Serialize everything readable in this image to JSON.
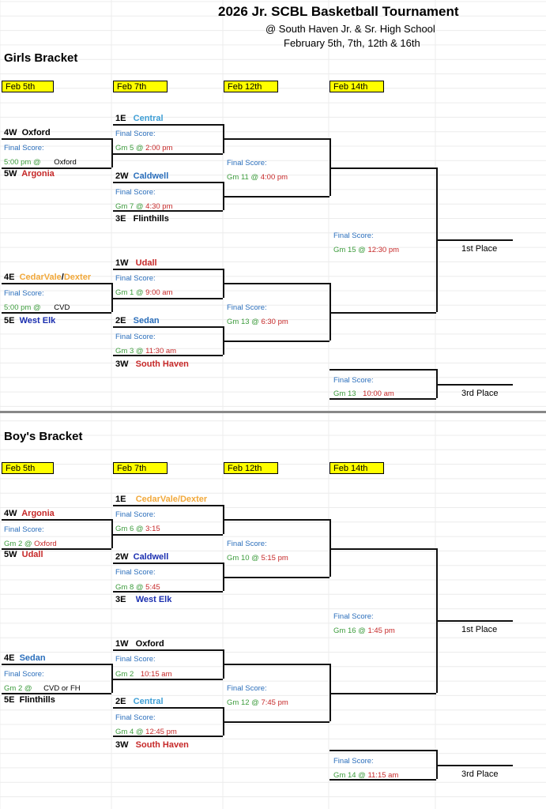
{
  "header": {
    "title": "2026 Jr. SCBL Basketball Tournament",
    "location": "@ South Haven Jr. & Sr. High School",
    "dates": "February 5th, 7th, 12th & 16th"
  },
  "colors": {
    "date_fill": "#ffff00",
    "score_text": "#2a6ebb",
    "game_text": "#3b9b3b",
    "time_text": "#c62828",
    "team_lightblue": "#3f9fd6",
    "team_red": "#c62828",
    "team_orange": "#f2a93b",
    "team_darkblue": "#1b2fb0",
    "team_medblue": "#2a6ebb"
  },
  "girls": {
    "title": "Girls Bracket",
    "dates": [
      "Feb 5th",
      "Feb 7th",
      "Feb 12th",
      "Feb 14th"
    ],
    "r1": [
      {
        "seed": "4W",
        "team": "Oxford",
        "score": "Final Score:",
        "time": "5:00 pm @",
        "site": "Oxford",
        "seed2": "5W",
        "team2": "Argonia"
      },
      {
        "seed": "4E",
        "team": "CedarVale",
        "sep": "/",
        "team_b": "Dexter",
        "score": "Final Score:",
        "time": "5:00 pm @",
        "site": "CVD",
        "seed2": "5E",
        "team2": "West Elk"
      }
    ],
    "r2": [
      {
        "seed": "1E",
        "team": "Central",
        "score": "Final Score:",
        "gm": "Gm 5 @",
        "time": "2:00 pm"
      },
      {
        "seed": "2W",
        "team": "Caldwell",
        "score": "Final Score:",
        "gm": "Gm 7 @",
        "time": "4:30 pm",
        "seed2": "3E",
        "team2": "Flinthills"
      },
      {
        "seed": "1W",
        "team": "Udall",
        "score": "Final Score:",
        "gm": "Gm 1 @",
        "time": "9:00 am"
      },
      {
        "seed": "2E",
        "team": "Sedan",
        "score": "Final Score:",
        "gm": "Gm 3 @",
        "time": "11:30 am",
        "seed2": "3W",
        "team2": "South Haven"
      }
    ],
    "r3": [
      {
        "score": "Final Score:",
        "gm": "Gm 11 @",
        "time": "4:00 pm"
      },
      {
        "score": "Final Score:",
        "gm": "Gm 13 @",
        "time": "6:30 pm"
      }
    ],
    "final": {
      "score": "Final Score:",
      "gm": "Gm 15 @",
      "time": "12:30 pm",
      "place": "1st Place"
    },
    "third": {
      "score": "Final Score:",
      "gm": "Gm 13",
      "time": "10:00 am",
      "place": "3rd Place"
    }
  },
  "boys": {
    "title": "Boy's Bracket",
    "dates": [
      "Feb 5th",
      "Feb 7th",
      "Feb 12th",
      "Feb 14th"
    ],
    "r1": [
      {
        "seed": "4W",
        "team": "Argonia",
        "score": "Final Score:",
        "gm": "Gm 2 @",
        "site": "Oxford",
        "seed2": "5W",
        "team2": "Udall"
      },
      {
        "seed": "4E",
        "team": "Sedan",
        "score": "Final Score:",
        "gm": "Gm 2 @",
        "site": "CVD or FH",
        "seed2": "5E",
        "team2": "Flinthills"
      }
    ],
    "r2": [
      {
        "seed": "1E",
        "team": "CedarVale/Dexter",
        "score": "Final Score:",
        "gm": "Gm 6 @",
        "time": "3:15"
      },
      {
        "seed": "2W",
        "team": "Caldwell",
        "score": "Final Score:",
        "gm": "Gm 8 @",
        "time": "5:45",
        "seed2": "3E",
        "team2": "West Elk"
      },
      {
        "seed": "1W",
        "team": "Oxford",
        "score": "Final Score:",
        "gm": "Gm 2",
        "time": "10:15 am"
      },
      {
        "seed": "2E",
        "team": "Central",
        "score": "Final Score:",
        "gm": "Gm 4 @",
        "time": "12:45 pm",
        "seed2": "3W",
        "team2": "South Haven"
      }
    ],
    "r3": [
      {
        "score": "Final Score:",
        "gm": "Gm 10 @",
        "time": "5:15 pm"
      },
      {
        "score": "Final Score:",
        "gm": "Gm 12 @",
        "time": "7:45 pm"
      }
    ],
    "final": {
      "score": "Final Score:",
      "gm": "Gm 16 @",
      "time": "1:45 pm",
      "place": "1st Place"
    },
    "third": {
      "score": "Final Score:",
      "gm": "Gm 14 @",
      "time": "11:15 am",
      "place": "3rd Place"
    }
  }
}
